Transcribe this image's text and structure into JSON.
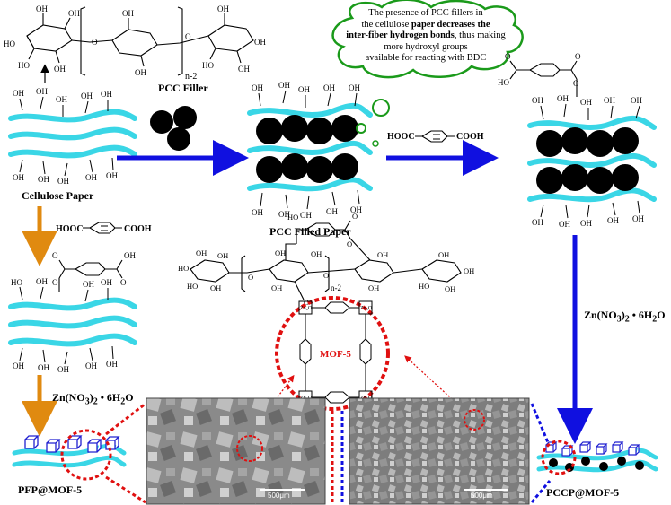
{
  "labels": {
    "pcc_filler": "PCC Filler",
    "cellulose_paper": "Cellulose Paper",
    "pcc_filled_paper": "PCC Filled Paper",
    "mof5": "MOF-5",
    "pfp_mof5": "PFP@MOF-5",
    "pccp_mof5": "PCCP@MOF-5",
    "hooc_left": "HOOC",
    "cooh_left": "COOH",
    "hooc_right": "HOOC",
    "cooh_right": "COOH",
    "n2_top": "n-2",
    "n2_mid": "n-2"
  },
  "reagents": {
    "zn_left_1": "Zn(NO",
    "zn_left_sub": "3",
    "zn_left_2": ")",
    "zn_left_sub2": "2",
    "zn_left_3": " • 6H",
    "zn_left_sub3": "2",
    "zn_left_4": "O",
    "zn_right_1": "Zn(NO",
    "zn_right_sub": "3",
    "zn_right_2": ")",
    "zn_right_sub2": "2",
    "zn_right_3": " • 6H",
    "zn_right_sub3": "2",
    "zn_right_4": "O"
  },
  "bubble": {
    "line1": "The presence of PCC fillers in",
    "line2a": "the cellulose ",
    "line2b": "paper decreases the",
    "line3": "inter-fiber hydrogen bonds",
    "line3b": ", thus making",
    "line4": "more hydroxyl groups",
    "line5": "available for reacting with BDC"
  },
  "sem": {
    "scale_left": "500μm",
    "scale_right": "500μm"
  },
  "atoms": {
    "oh": "OH",
    "o": "O",
    "ho": "HO",
    "zn4o": "Zn₄O"
  },
  "colors": {
    "fiber": "#3ad6e6",
    "blue_arrow": "#1010e0",
    "orange_arrow": "#e08a10",
    "red_dash": "#e01010",
    "bubble_border": "#1a9a1a",
    "mof_text": "#e01010",
    "cube": "#2020d0"
  }
}
